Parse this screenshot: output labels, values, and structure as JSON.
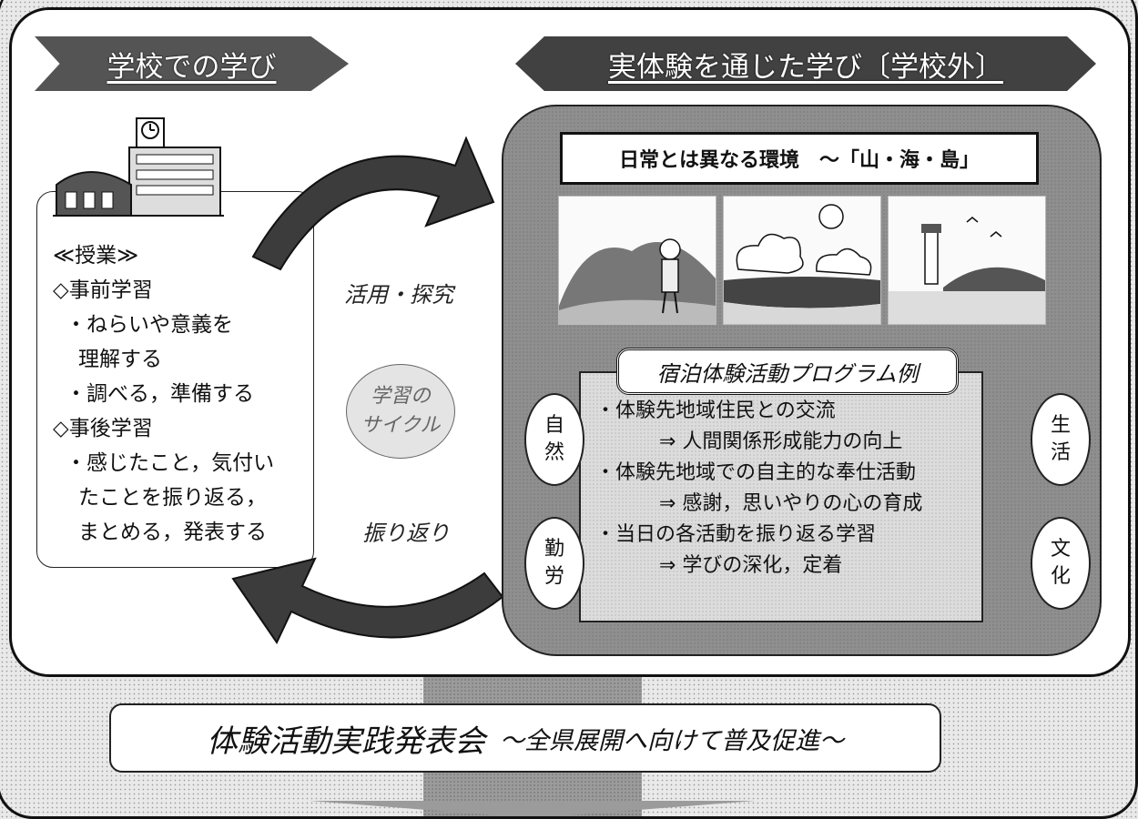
{
  "school": {
    "banner": "学校での学び",
    "lines": [
      "≪授業≫",
      "◇事前学習",
      "・ねらいや意義を",
      "理解する",
      "・調べる，準備する",
      "◇事後学習",
      "・感じたこと，気付い",
      "たことを振り返る，",
      "まとめる，発表する"
    ]
  },
  "cycle": {
    "upper_label": "活用・探究",
    "center_line1": "学習の",
    "center_line2": "サイクル",
    "lower_label": "振り返り"
  },
  "experience": {
    "banner": "実体験を通じた学び〔学校外〕",
    "env_title": "日常とは異なる環境　～「山・海・島」",
    "program_title": "宿泊体験活動プログラム例",
    "program_items": [
      "・体験先地域住民との交流",
      "⇒ 人間関係形成能力の向上",
      "・体験先地域での自主的な奉仕活動",
      "⇒ 感謝，思いやりの心の育成",
      "・当日の各活動を振り返る学習",
      "⇒ 学びの深化，定着"
    ],
    "left_tags": [
      {
        "c1": "自",
        "c2": "然"
      },
      {
        "c1": "勤",
        "c2": "労"
      }
    ],
    "right_tags": [
      {
        "c1": "生",
        "c2": "活"
      },
      {
        "c1": "文",
        "c2": "化"
      }
    ]
  },
  "announcement": {
    "main": "体験活動実践発表会",
    "sub": "～全県展開へ向けて普及促進～"
  },
  "colors": {
    "banner_left": "#545454",
    "banner_right": "#414141",
    "panel_gray": "#8f8f8f",
    "arrow_dark": "#3c3c3c"
  }
}
